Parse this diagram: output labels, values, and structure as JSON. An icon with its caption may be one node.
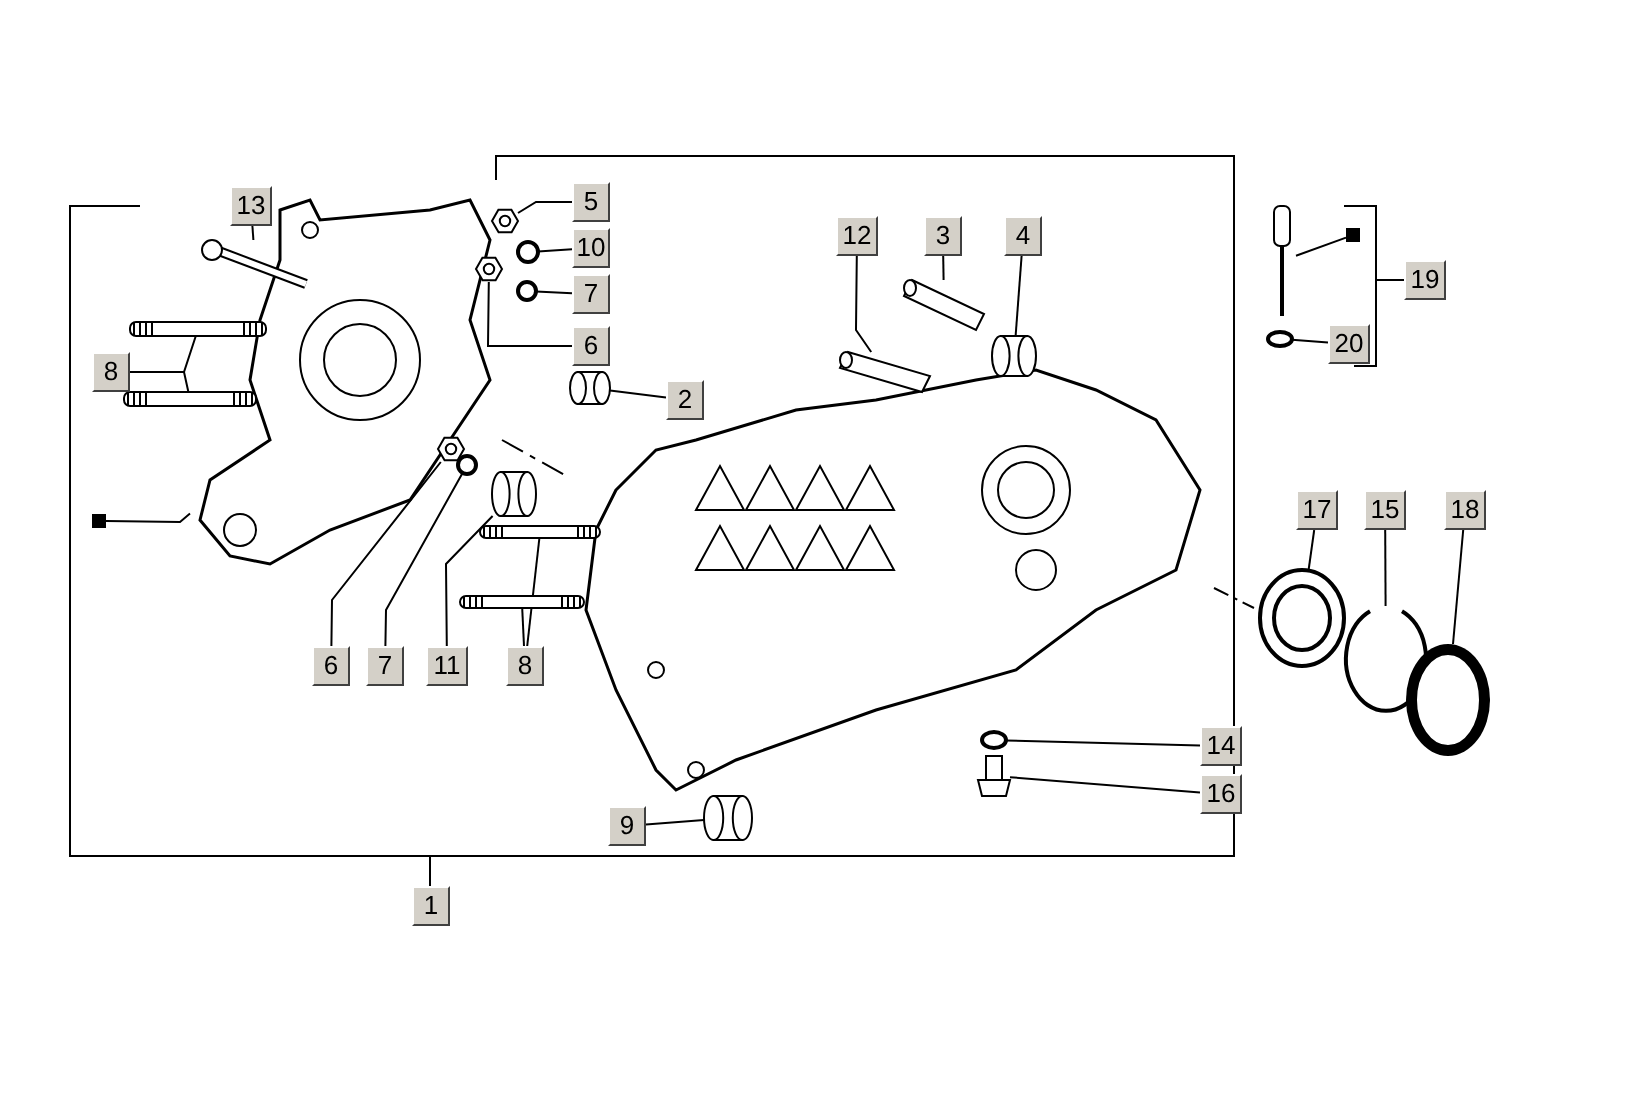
{
  "diagram": {
    "nodes": [
      {
        "text": [
          "13"
        ]
      },
      {
        "text": [
          "5"
        ]
      },
      {
        "text": [
          "10"
        ]
      },
      {
        "text": [
          "7"
        ]
      },
      {
        "text": [
          "6"
        ]
      },
      {
        "text": [
          "8"
        ]
      },
      {
        "text": [
          "2"
        ]
      },
      {
        "text": [
          "12"
        ]
      },
      {
        "text": [
          "3"
        ]
      },
      {
        "text": [
          "4"
        ]
      },
      {
        "text": [
          "19"
        ]
      },
      {
        "text": [
          "20"
        ]
      },
      {
        "text": [
          "6"
        ]
      },
      {
        "text": [
          "7"
        ]
      },
      {
        "text": [
          "11"
        ]
      },
      {
        "text": [
          "8"
        ]
      },
      {
        "text": [
          "17"
        ]
      },
      {
        "text": [
          "15"
        ]
      },
      {
        "text": [
          "18"
        ]
      },
      {
        "text": [
          "14"
        ]
      },
      {
        "text": [
          "16"
        ]
      },
      {
        "text": [
          "9"
        ]
      },
      {
        "text": [
          "1"
        ]
      },
      {
        "text": [],
        "shape": "picture"
      },
      {
        "text": [],
        "shape": "picture"
      },
      {
        "text": [],
        "shape": "circle"
      },
      {
        "text": [],
        "shape": "picture"
      },
      {
        "text": [],
        "shape": "circle"
      },
      {
        "text": [],
        "shape": "picture"
      },
      {
        "text": [],
        "shape": "picture"
      },
      {
        "text": [],
        "shape": "cylinder"
      },
      {
        "text": [],
        "shape": "picture"
      },
      {
        "text": [],
        "shape": "picture"
      },
      {
        "text": [],
        "shape": "cylinder"
      },
      {
        "text": [],
        "shape": "picture"
      },
      {
        "text": [],
        "shape": "circle"
      },
      {
        "text": [],
        "shape": "picture"
      },
      {
        "text": [],
        "shape": "picture"
      },
      {
        "text": [],
        "shape": "picture"
      },
      {
        "text": [],
        "shape": "circle"
      },
      {
        "text": [],
        "shape": "cylinder"
      },
      {
        "text": [],
        "shape": "picture"
      },
      {
        "text": [],
        "shape": "picture"
      },
      {
        "text": [],
        "shape": "picture"
      },
      {
        "text": [],
        "shape": "picture"
      },
      {
        "text": [],
        "shape": "picture"
      },
      {
        "text": [],
        "shape": "circle"
      },
      {
        "text": [],
        "shape": "picture"
      },
      {
        "text": [],
        "shape": "cylinder"
      },
      {
        "text": [],
        "shape": "box"
      },
      {
        "text": [],
        "shape": "box"
      }
    ],
    "edges": [
      {
        "from": 0,
        "to": 23,
        "arrow": "none"
      },
      {
        "from": 1,
        "to": 24,
        "arrow": "none"
      },
      {
        "from": 2,
        "to": 25,
        "arrow": "none"
      },
      {
        "from": 3,
        "to": 27,
        "arrow": "none"
      },
      {
        "from": 4,
        "to": 26,
        "arrow": "none"
      },
      {
        "from": 5,
        "to": 28,
        "arrow": "none"
      },
      {
        "from": 5,
        "to": 29,
        "arrow": "none"
      },
      {
        "from": 6,
        "to": 30,
        "arrow": "none"
      },
      {
        "from": 7,
        "to": 31,
        "arrow": "none"
      },
      {
        "from": 8,
        "to": 32,
        "arrow": "none"
      },
      {
        "from": 9,
        "to": 33,
        "arrow": "none"
      },
      {
        "from": 11,
        "to": 35,
        "arrow": "none"
      },
      {
        "from": 12,
        "to": 38,
        "arrow": "none"
      },
      {
        "from": 13,
        "to": 39,
        "arrow": "none"
      },
      {
        "from": 14,
        "to": 40,
        "arrow": "none"
      },
      {
        "from": 15,
        "to": 41,
        "arrow": "none"
      },
      {
        "from": 15,
        "to": 42,
        "arrow": "none"
      },
      {
        "from": 16,
        "to": 43,
        "arrow": "none"
      },
      {
        "from": 17,
        "to": 44,
        "arrow": "none"
      },
      {
        "from": 18,
        "to": 45,
        "arrow": "none"
      },
      {
        "from": 19,
        "to": 46,
        "arrow": "none"
      },
      {
        "from": 20,
        "to": 47,
        "arrow": "none"
      },
      {
        "from": 21,
        "to": 48,
        "arrow": "none"
      },
      {
        "from": 49,
        "to": 36,
        "arrow": "none"
      },
      {
        "from": 50,
        "to": 34,
        "arrow": "none"
      }
    ]
  }
}
